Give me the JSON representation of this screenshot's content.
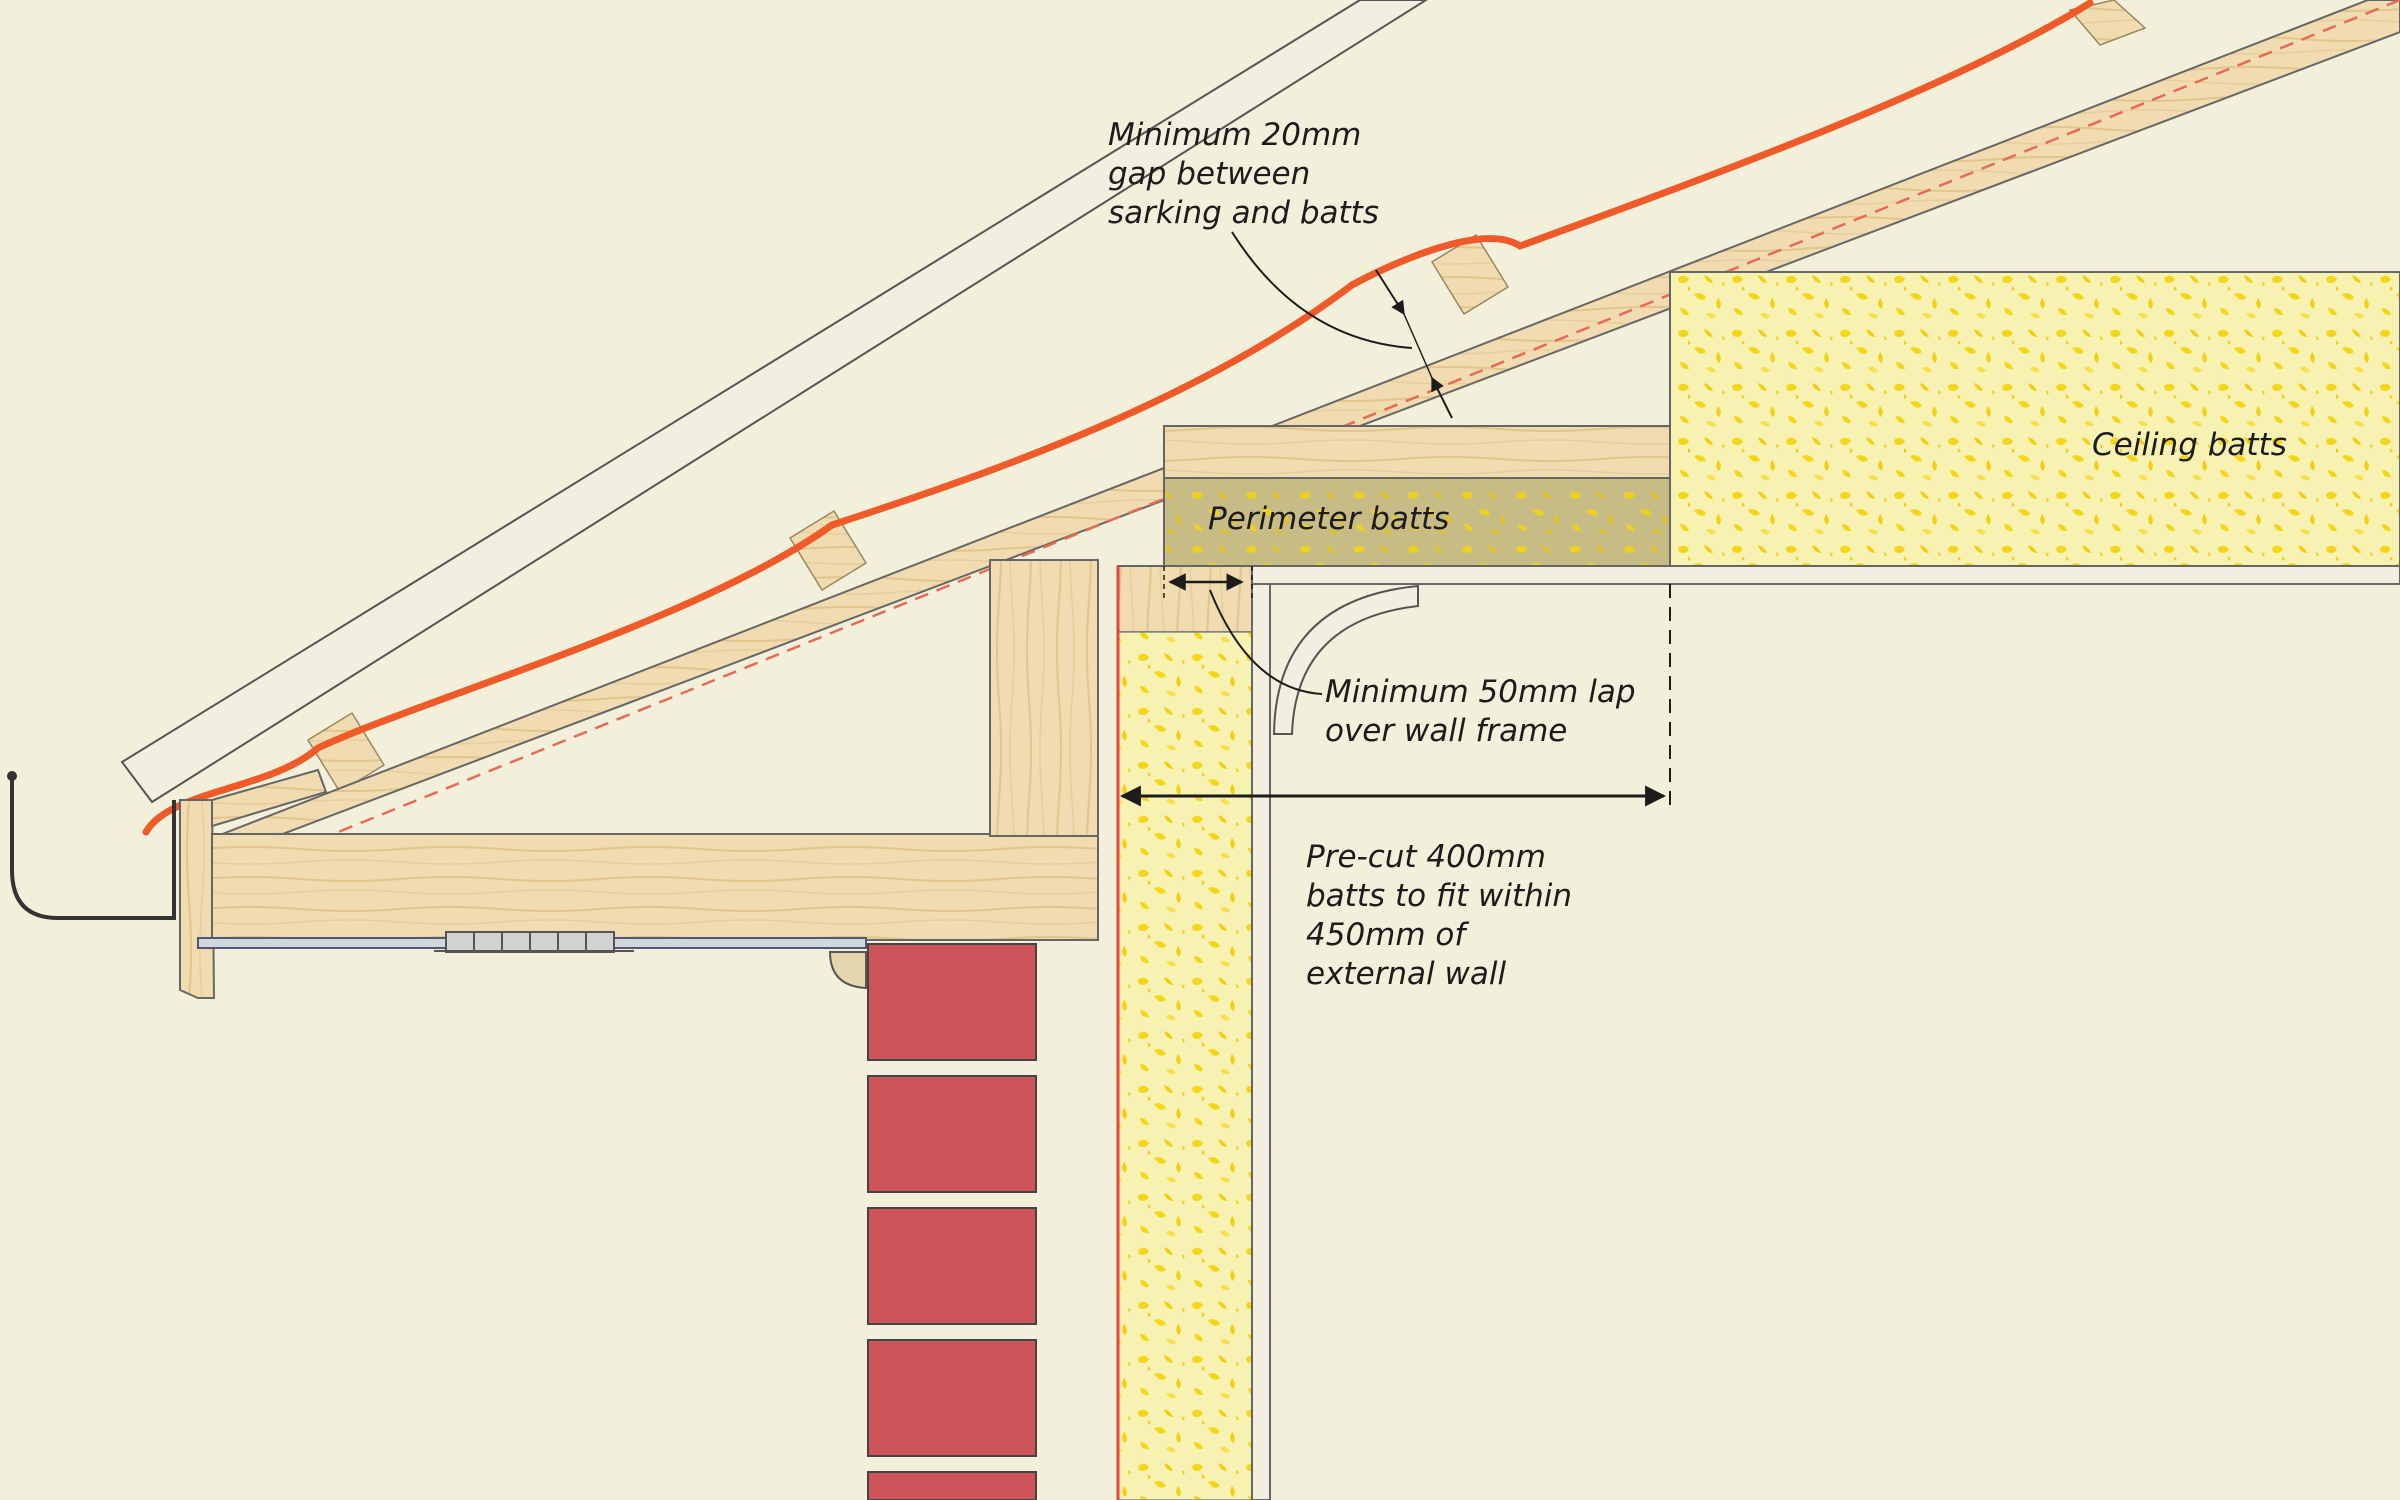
{
  "labels": {
    "gap_line1": "Minimum 20mm",
    "gap_line2": "gap between",
    "gap_line3": "sarking and batts",
    "ceiling_batts": "Ceiling batts",
    "perimeter_batts": "Perimeter batts",
    "lap_line1": "Minimum 50mm lap",
    "lap_line2": "over wall frame",
    "precut_line1": "Pre-cut 400mm",
    "precut_line2": "batts to fit within",
    "precut_line3": "450mm of",
    "precut_line4": "external wall"
  },
  "colors": {
    "background": "#f2efda",
    "timber": "#f0dcb0",
    "sarking": "#f05a28",
    "batt": "#f8f2b2",
    "batt_fleck": "#f5d616",
    "perimeter_batt": "#c8bc86",
    "brick": "#cd5459",
    "outline": "#595959"
  }
}
